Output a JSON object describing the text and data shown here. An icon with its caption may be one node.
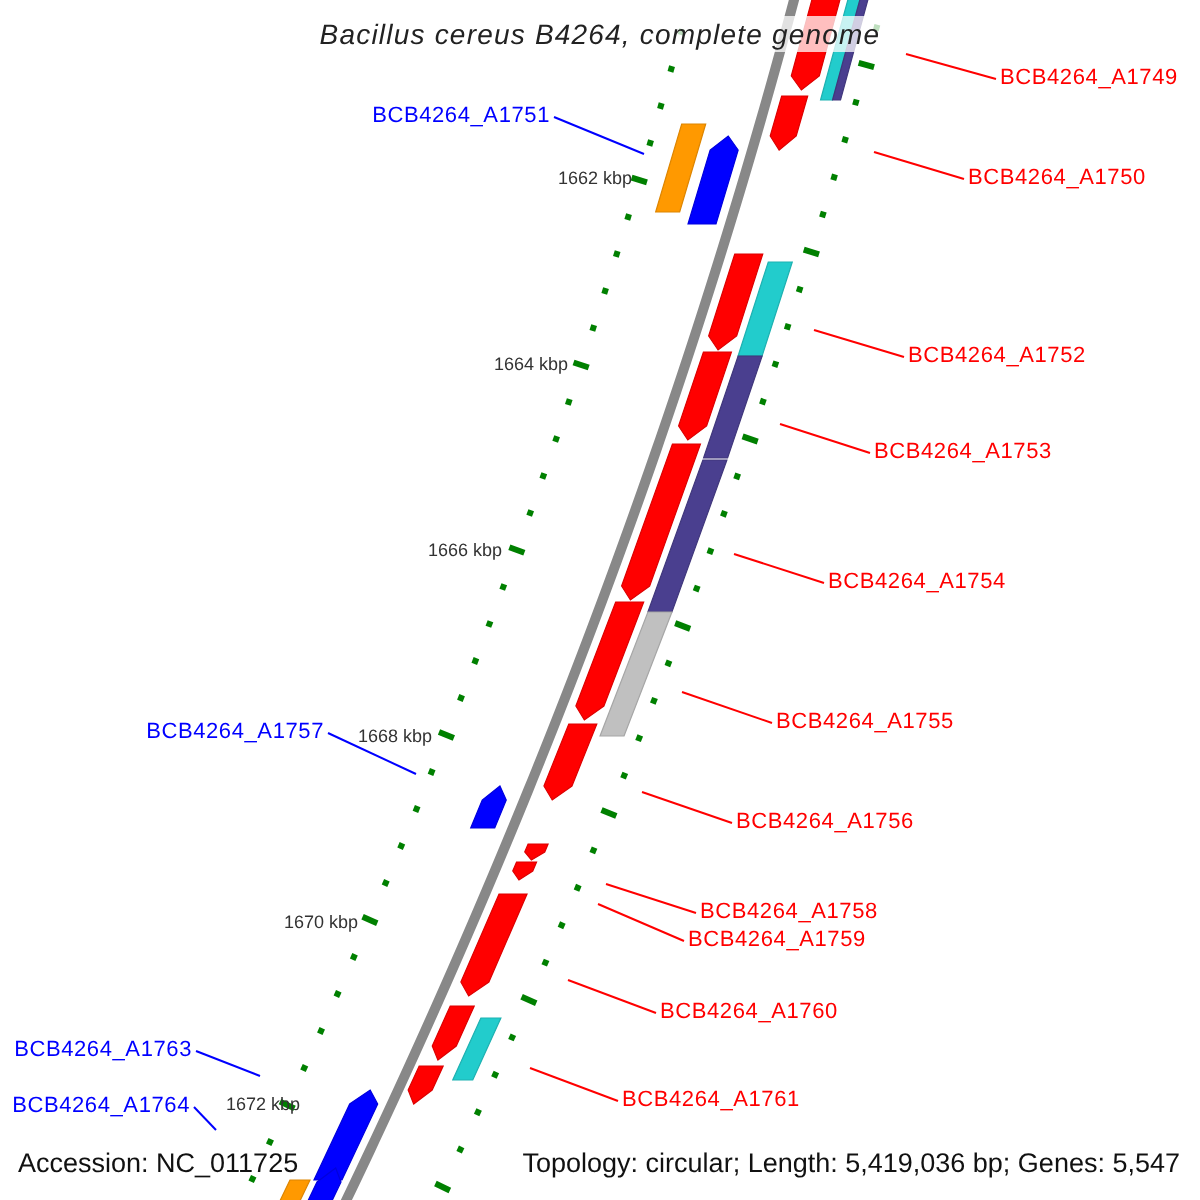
{
  "diagram": {
    "title": "Bacillus cereus B4264, complete genome",
    "nodes": [
      {
        "text": [
          "BCB4264_A1749"
        ]
      },
      {
        "text": [
          "BCB4264_A1751"
        ]
      },
      {
        "text": [
          "BCB4264_A1750"
        ]
      },
      {
        "text": [
          "BCB4264_A1752"
        ]
      },
      {
        "text": [
          "BCB4264_A1753"
        ]
      },
      {
        "text": [
          "BCB4264_A1754"
        ]
      },
      {
        "text": [
          "BCB4264_A1755"
        ]
      },
      {
        "text": [
          "BCB4264_A1757"
        ]
      },
      {
        "text": [
          "BCB4264_A1756"
        ]
      },
      {
        "text": [
          "BCB4264_A1758"
        ]
      },
      {
        "text": [
          "BCB4264_A1759"
        ]
      },
      {
        "text": [
          "BCB4264_A1760"
        ]
      },
      {
        "text": [
          "BCB4264_A1763"
        ]
      },
      {
        "text": [
          "BCB4264_A1761"
        ]
      },
      {
        "text": [
          "BCB4264_A1764"
        ]
      }
    ],
    "edges": [
      {
        "from": 0,
        "to": null,
        "arrow": "none"
      },
      {
        "from": 1,
        "to": null,
        "arrow": "none",
        "color": "#0000ff"
      },
      {
        "from": 2,
        "to": null,
        "arrow": "none"
      },
      {
        "from": 3,
        "to": null,
        "arrow": "none"
      },
      {
        "from": 4,
        "to": null,
        "arrow": "none"
      },
      {
        "from": 5,
        "to": null,
        "arrow": "none"
      },
      {
        "from": 6,
        "to": null,
        "arrow": "none"
      },
      {
        "from": 7,
        "to": null,
        "arrow": "none",
        "color": "#0000ff"
      },
      {
        "from": 8,
        "to": null,
        "arrow": "none"
      },
      {
        "from": 9,
        "to": null,
        "arrow": "none"
      },
      {
        "from": 10,
        "to": null,
        "arrow": "none"
      },
      {
        "from": 11,
        "to": null,
        "arrow": "none"
      },
      {
        "from": 12,
        "to": null,
        "arrow": "none",
        "color": "#0000ff"
      },
      {
        "from": 13,
        "to": null,
        "arrow": "none"
      },
      {
        "from": 14,
        "to": null,
        "arrow": "none",
        "color": "#0000ff"
      }
    ],
    "labels": [
      "1662 kbp",
      "1664 kbp",
      "1666 kbp",
      "1668 kbp",
      "1670 kbp",
      "1672 kbp",
      "Accession: NC_011725",
      "Topology: circular; Length: 5,419,036 bp; Genes: 5,547"
    ]
  }
}
